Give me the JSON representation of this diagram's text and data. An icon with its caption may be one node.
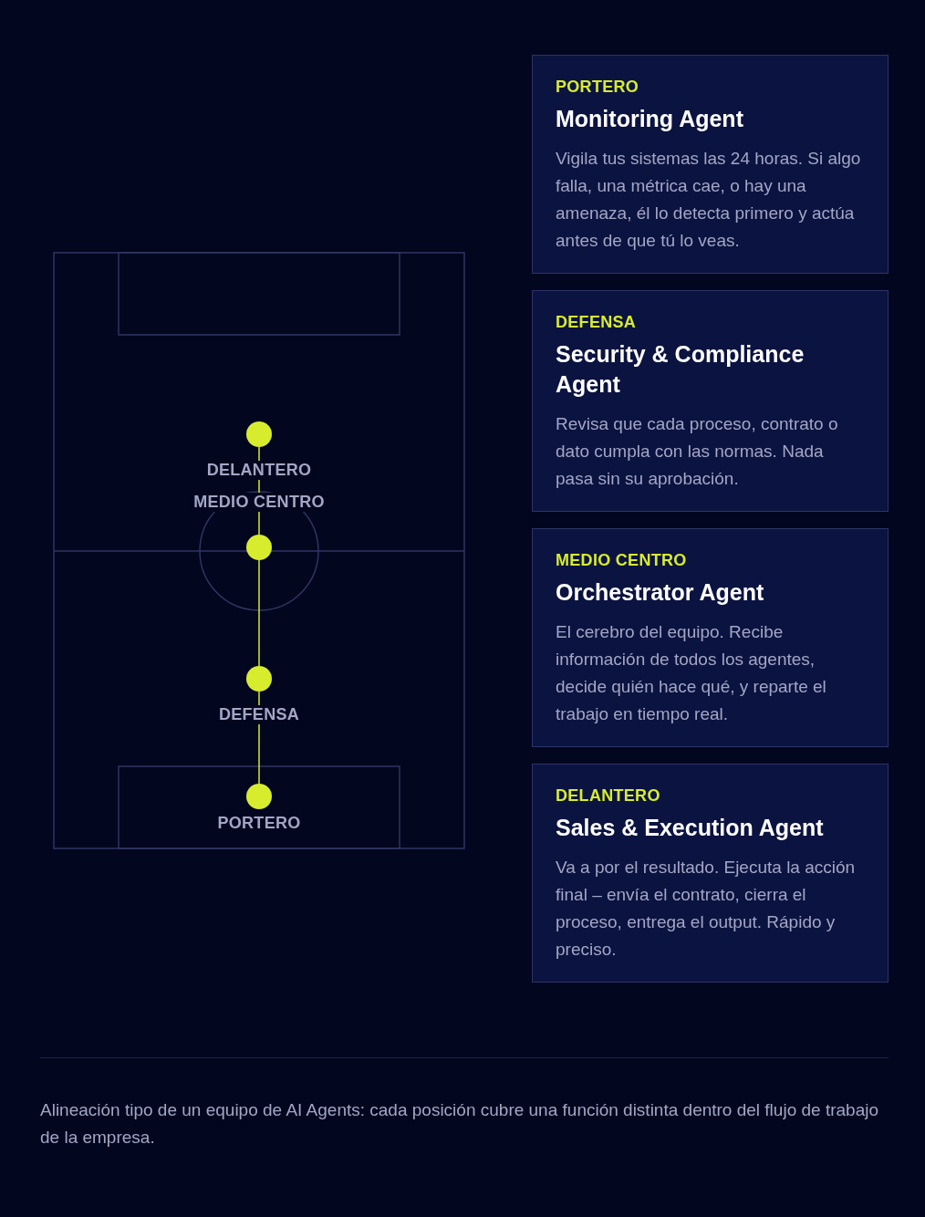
{
  "diagram": {
    "caption": "Alineación tipo de un equipo de AI Agents: cada posición cubre una función distinta dentro del flujo de trabajo de la empresa.",
    "nodes": [
      {
        "text": [],
        "shape": "circle",
        "beside": [
          "DELANTERO"
        ]
      },
      {
        "text": [],
        "shape": "circle",
        "beside": [
          "MEDIO CENTRO"
        ]
      },
      {
        "text": [],
        "shape": "circle",
        "beside": [
          "DEFENSA"
        ]
      },
      {
        "text": [],
        "shape": "circle",
        "beside": [
          "PORTERO"
        ]
      },
      {
        "text": [
          "PORTERO",
          "Monitoring Agent",
          "Vigila tus sistemas las 24 horas. Si algo falla, una métrica cae, o hay una amenaza, él lo detecta primero y actúa antes de que tú lo veas."
        ]
      },
      {
        "text": [
          "DEFENSA",
          "Security & Compliance Agent",
          "Revisa que cada proceso, contrato  o dato cumpla con las normas. Nada pasa sin su aprobación."
        ]
      },
      {
        "text": [
          "MEDIO CENTRO",
          "Orchestrator Agent",
          "El cerebro del equipo. Recibe información de todos los agentes, decide quién hace qué, y reparte el trabajo en tiempo real."
        ]
      },
      {
        "text": [
          "DELANTERO",
          "Sales & Execution Agent",
          "Va a por el resultado. Ejecuta la acción final – envía el contrato, cierra el proceso, entrega el output. Rápido y preciso."
        ]
      }
    ],
    "edges": [
      {
        "from": 0,
        "to": 1,
        "arrow": "none"
      },
      {
        "from": 1,
        "to": 2,
        "arrow": "none"
      },
      {
        "from": 2,
        "to": 3,
        "arrow": "none"
      }
    ]
  }
}
